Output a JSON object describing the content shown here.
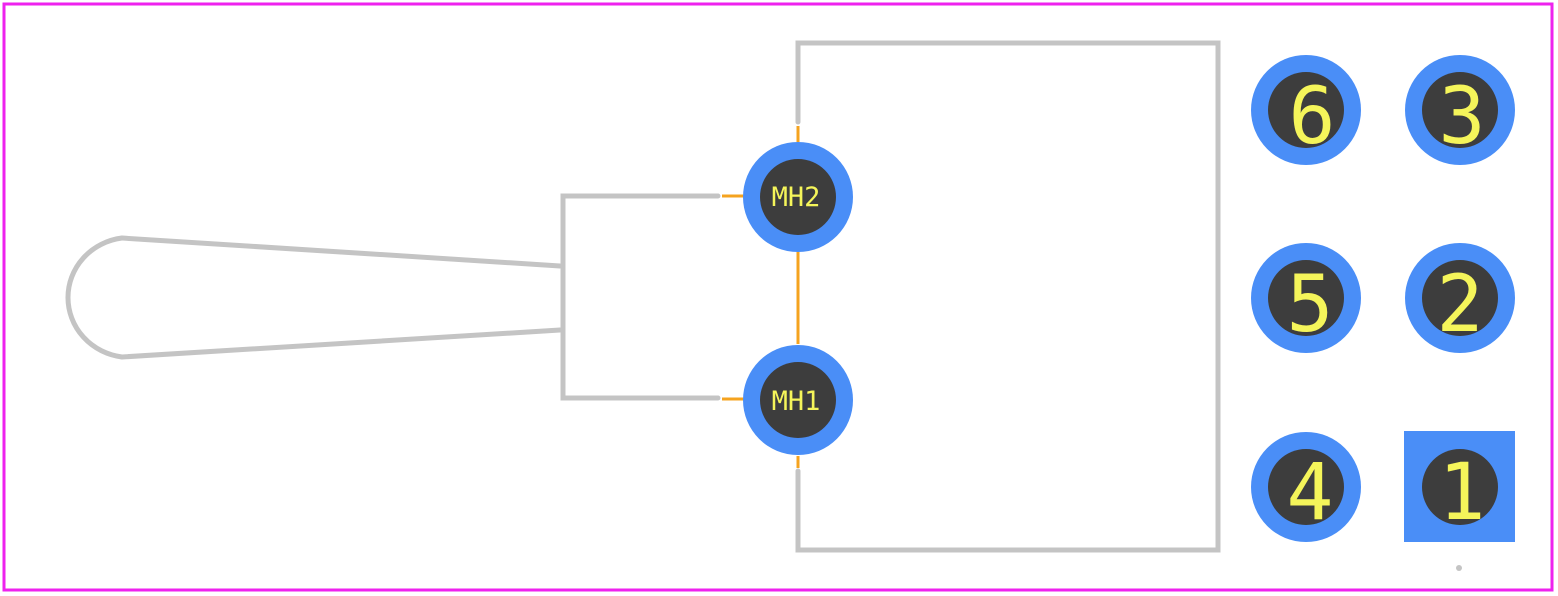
{
  "colors": {
    "board_outline": "#ee22ee",
    "silkscreen": "#c4c4c4",
    "pad_copper": "#4a8ef7",
    "drill_hole": "#3d3d3d",
    "label_text": "#f5f55a",
    "trace": "#f5a31f",
    "background": "#ffffff"
  },
  "mounting_holes": [
    {
      "label": "MH2"
    },
    {
      "label": "MH1"
    }
  ],
  "pins": [
    {
      "label": "6",
      "shape": "round"
    },
    {
      "label": "3",
      "shape": "round"
    },
    {
      "label": "5",
      "shape": "round"
    },
    {
      "label": "2",
      "shape": "round"
    },
    {
      "label": "4",
      "shape": "round"
    },
    {
      "label": "1",
      "shape": "square"
    }
  ]
}
